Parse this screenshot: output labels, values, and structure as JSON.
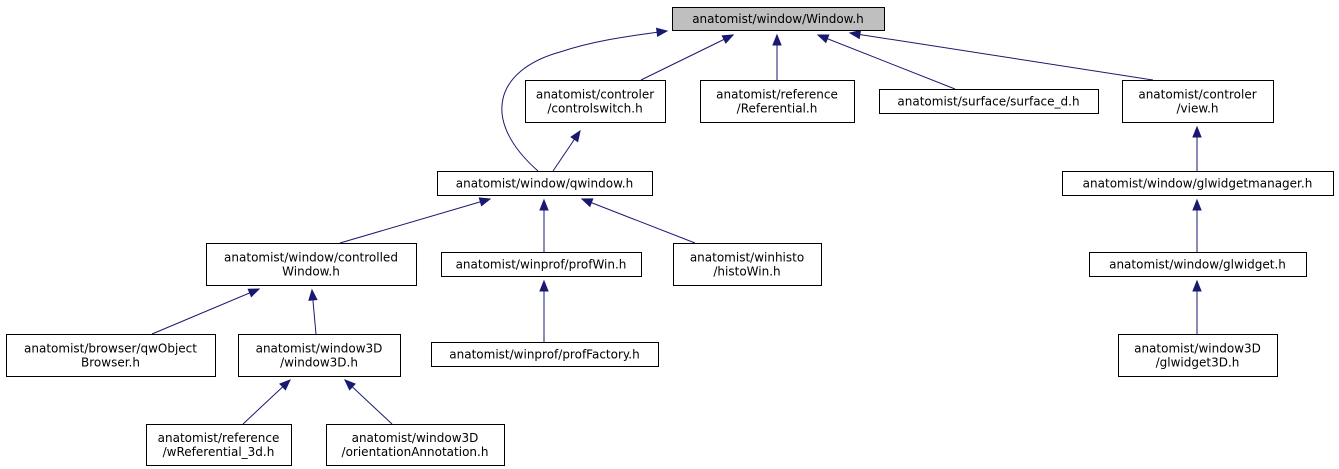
{
  "colors": {
    "edge": "#191970",
    "root_fill": "#bfbfbf",
    "node_fill": "#ffffff",
    "border": "#000000"
  },
  "nodes": [
    {
      "id": "window_h",
      "lines": [
        "anatomist/window/Window.h"
      ],
      "root": true
    },
    {
      "id": "controlswitch_h",
      "lines": [
        "anatomist/controler",
        "/controlswitch.h"
      ]
    },
    {
      "id": "referential_h",
      "lines": [
        "anatomist/reference",
        "/Referential.h"
      ]
    },
    {
      "id": "surface_d_h",
      "lines": [
        "anatomist/surface/surface_d.h"
      ]
    },
    {
      "id": "view_h",
      "lines": [
        "anatomist/controler",
        "/view.h"
      ]
    },
    {
      "id": "qwindow_h",
      "lines": [
        "anatomist/window/qwindow.h"
      ]
    },
    {
      "id": "glwidgetmanager_h",
      "lines": [
        "anatomist/window/glwidgetmanager.h"
      ]
    },
    {
      "id": "controlledwindow_h",
      "lines": [
        "anatomist/window/controlled",
        "Window.h"
      ]
    },
    {
      "id": "profwin_h",
      "lines": [
        "anatomist/winprof/profWin.h"
      ]
    },
    {
      "id": "histowin_h",
      "lines": [
        "anatomist/winhisto",
        "/histoWin.h"
      ]
    },
    {
      "id": "glwidget_h",
      "lines": [
        "anatomist/window/glwidget.h"
      ]
    },
    {
      "id": "qwobjectbrowser_h",
      "lines": [
        "anatomist/browser/qwObject",
        "Browser.h"
      ]
    },
    {
      "id": "window3d_h",
      "lines": [
        "anatomist/window3D",
        "/window3D.h"
      ]
    },
    {
      "id": "proffactory_h",
      "lines": [
        "anatomist/winprof/profFactory.h"
      ]
    },
    {
      "id": "glwidget3d_h",
      "lines": [
        "anatomist/window3D",
        "/glwidget3D.h"
      ]
    },
    {
      "id": "wreferential_3d_h",
      "lines": [
        "anatomist/reference",
        "/wReferential_3d.h"
      ]
    },
    {
      "id": "orientationannotation_h",
      "lines": [
        "anatomist/window3D",
        "/orientationAnnotation.h"
      ]
    }
  ],
  "edges": [
    {
      "from": "controlswitch_h",
      "to": "window_h"
    },
    {
      "from": "referential_h",
      "to": "window_h"
    },
    {
      "from": "surface_d_h",
      "to": "window_h"
    },
    {
      "from": "view_h",
      "to": "window_h"
    },
    {
      "from": "qwindow_h",
      "to": "window_h"
    },
    {
      "from": "qwindow_h",
      "to": "controlswitch_h"
    },
    {
      "from": "glwidgetmanager_h",
      "to": "view_h"
    },
    {
      "from": "controlledwindow_h",
      "to": "qwindow_h"
    },
    {
      "from": "profwin_h",
      "to": "qwindow_h"
    },
    {
      "from": "histowin_h",
      "to": "qwindow_h"
    },
    {
      "from": "glwidget_h",
      "to": "glwidgetmanager_h"
    },
    {
      "from": "qwobjectbrowser_h",
      "to": "controlledwindow_h"
    },
    {
      "from": "window3d_h",
      "to": "controlledwindow_h"
    },
    {
      "from": "proffactory_h",
      "to": "profwin_h"
    },
    {
      "from": "glwidget3d_h",
      "to": "glwidget_h"
    },
    {
      "from": "wreferential_3d_h",
      "to": "window3d_h"
    },
    {
      "from": "orientationannotation_h",
      "to": "window3d_h"
    }
  ]
}
